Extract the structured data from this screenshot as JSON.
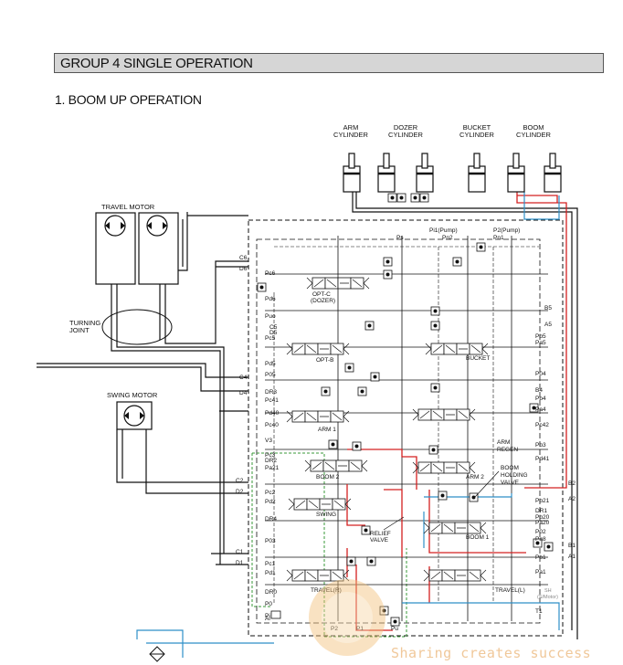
{
  "header": {
    "group": "GROUP 4  SINGLE OPERATION",
    "subtitle": "1. BOOM UP OPERATION"
  },
  "cylinders": {
    "arm": [
      "ARM",
      "CYLINDER"
    ],
    "dozer": [
      "DOZER",
      "CYLINDER"
    ],
    "bucket": [
      "BUCKET",
      "CYLINDER"
    ],
    "boom": [
      "BOOM",
      "CYLINDER"
    ]
  },
  "components": {
    "travel_motor": "TRAVEL MOTOR",
    "turning_joint": [
      "TURNING",
      "JOINT"
    ],
    "swing_motor": "SWING MOTOR",
    "boom_holding_valve": [
      "BOOM",
      "HOLDING",
      "VALVE"
    ],
    "relief_valve": [
      "RELIEF",
      "VALVE"
    ]
  },
  "spools": {
    "opt_c": [
      "OPT-C",
      "(DOZER)"
    ],
    "opt_b": "OPT-B",
    "bucket": "BUCKET",
    "arm1": "ARM 1",
    "arm_regen": [
      "ARM",
      "REGEN"
    ],
    "boom2": "BOOM 2",
    "arm2": "ARM 2",
    "swing": "SWING",
    "boom1": "BOOM 1",
    "travel_r": "TRAVEL(R)",
    "travel_l": "TRAVEL(L)"
  },
  "top_ports": {
    "ps": "Ps",
    "pi1": "Pi1(Pump)",
    "pn2": "Pn2",
    "p2": "P2(Pump)",
    "pn1": "Pn1"
  },
  "left_ports": [
    "C6",
    "D6",
    "Pc6",
    "Pd6",
    "Puo",
    "C5",
    "D5",
    "Pc5",
    "Pd5",
    "P05",
    "C4",
    "DR3",
    "D4",
    "Pc41",
    "Pd40",
    "Pc40",
    "V3",
    "Pc3",
    "DR2",
    "Pa21",
    "C2",
    "D2",
    "Pc2",
    "Pd2",
    "DR4",
    "P03",
    "C1",
    "D1",
    "Pc1",
    "Pd1",
    "DR0",
    "P0",
    "Pi",
    "Ai"
  ],
  "right_ports": [
    "B5",
    "A5",
    "Pb5",
    "Pa5",
    "P04",
    "B4",
    "Pb4",
    "Pa4",
    "Pc42",
    "Pb3",
    "Pd41",
    "B2",
    "A2",
    "Pb21",
    "DR1",
    "Pb20",
    "Pa20",
    "P02",
    "Pa8",
    "B1",
    "A1",
    "Pb1",
    "Pa1",
    "T1"
  ],
  "bottom_ports": {
    "p2": "P2",
    "p1": "P1",
    "pu": "Pu"
  },
  "sh": {
    "text": "SH",
    "sub": "(S/Motor)"
  },
  "watermark": "Sharing creates success"
}
